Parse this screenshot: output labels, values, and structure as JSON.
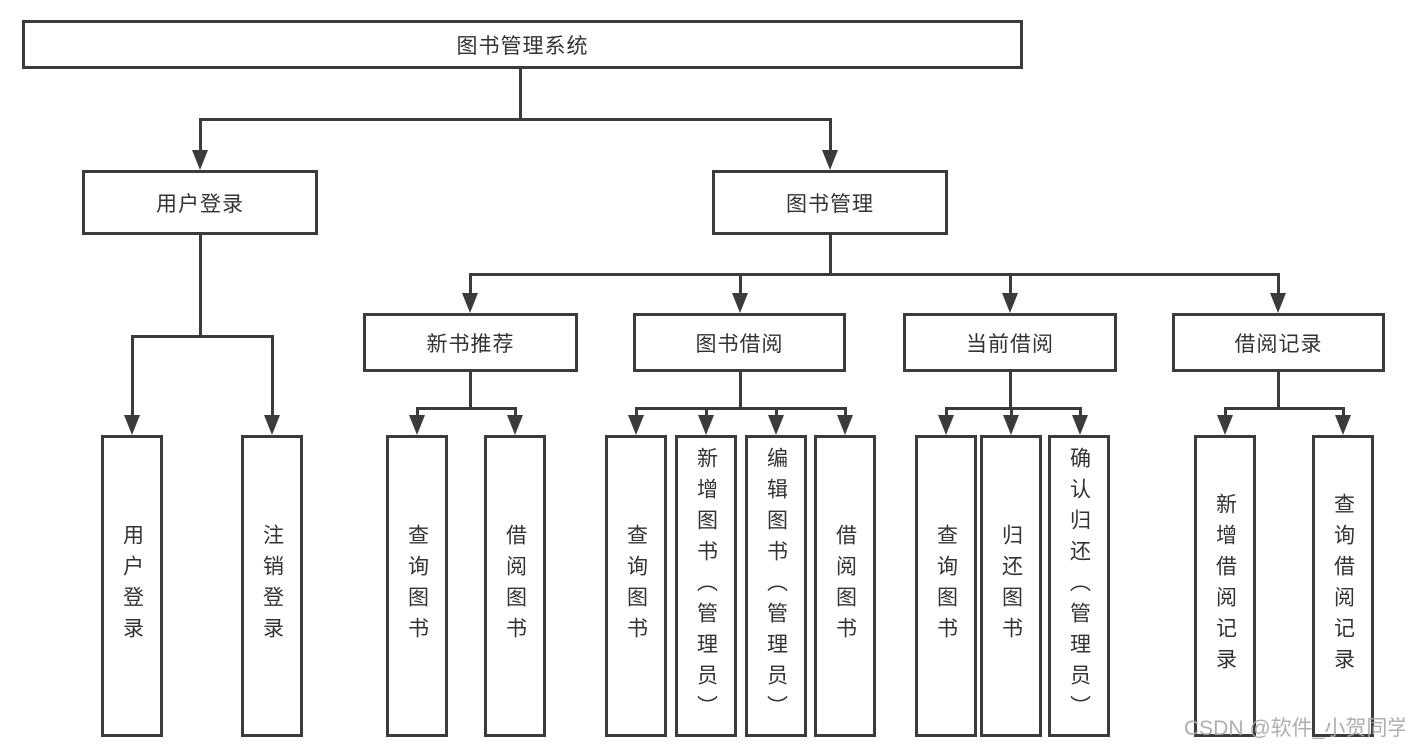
{
  "diagram": {
    "type": "hierarchy",
    "title": "图书管理系统",
    "colors": {
      "line": "#3b3b3b",
      "text": "#333333",
      "background": "#ffffff",
      "watermark": "#a8a8a8"
    },
    "watermark": "CSDN @软件_小贺同学"
  },
  "tree": {
    "root": {
      "label": "图书管理系统"
    },
    "children": [
      {
        "label": "用户登录",
        "children": [
          {
            "label": "用户登录"
          },
          {
            "label": "注销登录"
          }
        ]
      },
      {
        "label": "图书管理",
        "children": [
          {
            "label": "新书推荐",
            "children": [
              {
                "label": "查询图书"
              },
              {
                "label": "借阅图书"
              }
            ]
          },
          {
            "label": "图书借阅",
            "children": [
              {
                "label": "查询图书"
              },
              {
                "label": "新增图书（管理员）"
              },
              {
                "label": "编辑图书（管理员）"
              },
              {
                "label": "借阅图书"
              }
            ]
          },
          {
            "label": "当前借阅",
            "children": [
              {
                "label": "查询图书"
              },
              {
                "label": "归还图书"
              },
              {
                "label": "确认归还（管理员）"
              }
            ]
          },
          {
            "label": "借阅记录",
            "children": [
              {
                "label": "新增借阅记录"
              },
              {
                "label": "查询借阅记录"
              }
            ]
          }
        ]
      }
    ]
  }
}
